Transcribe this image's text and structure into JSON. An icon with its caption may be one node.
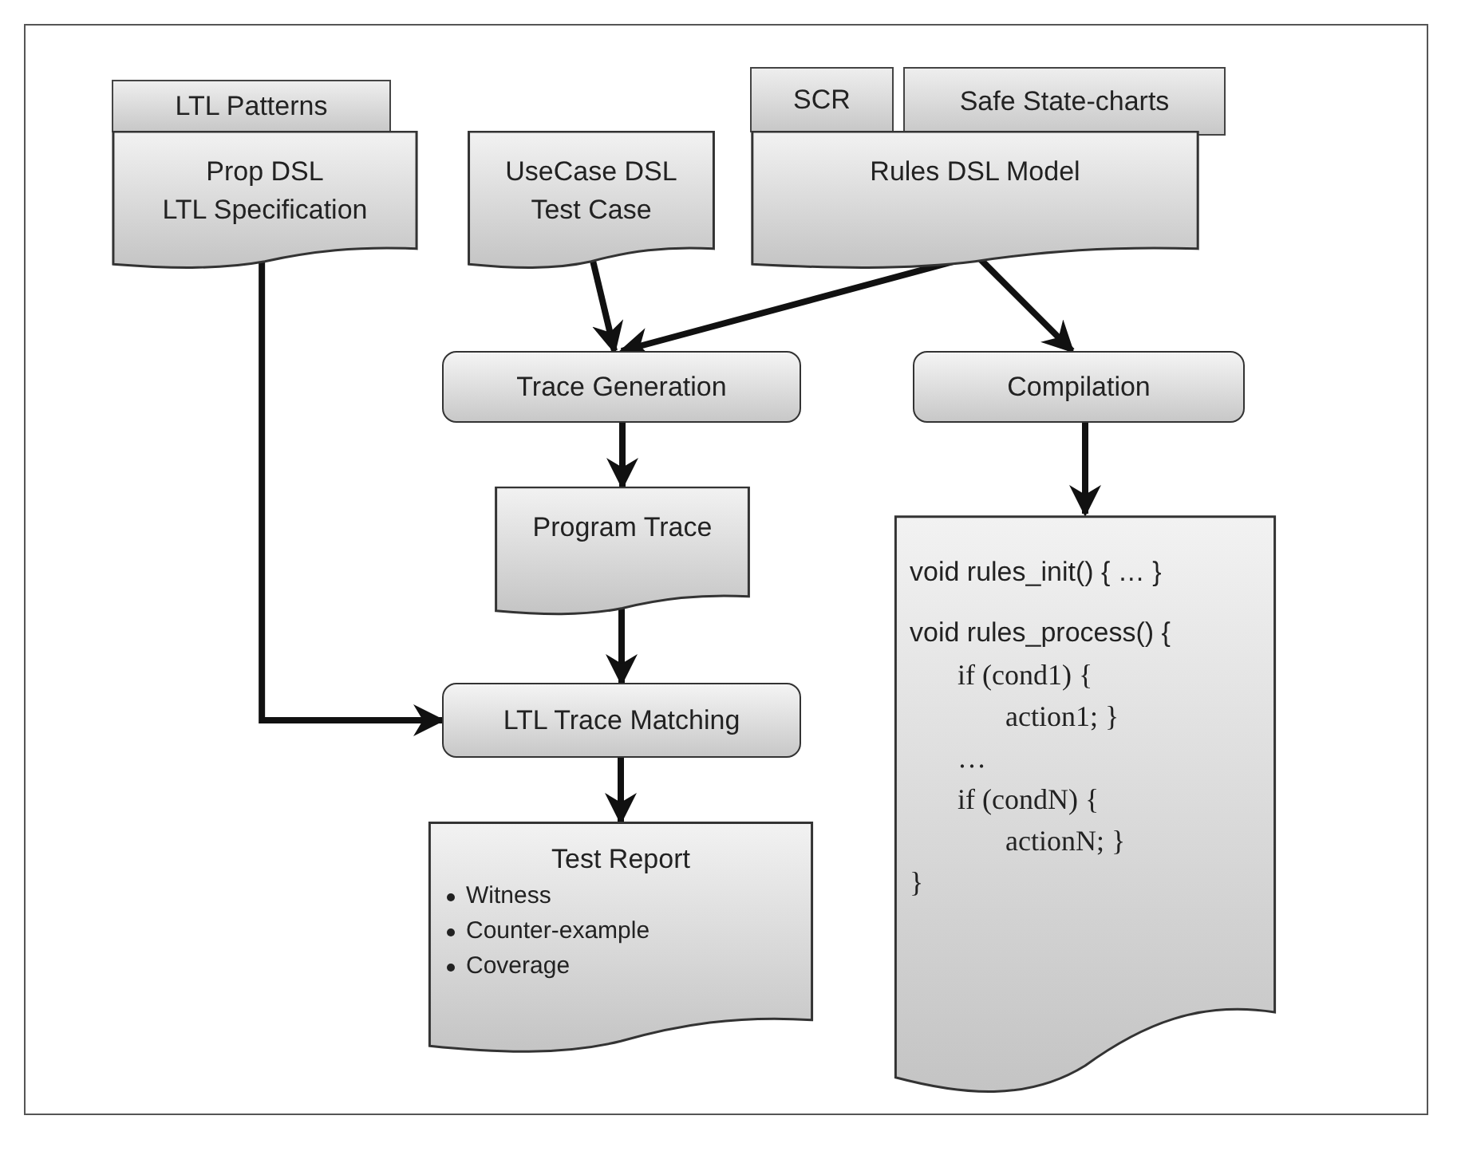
{
  "diagram": {
    "nodes": [
      {
        "text": [
          "LTL Patterns"
        ]
      },
      {
        "text": [
          "Prop DSL",
          "LTL Specification"
        ]
      },
      {
        "text": [
          "UseCase DSL",
          "Test Case"
        ]
      },
      {
        "text": [
          "SCR"
        ]
      },
      {
        "text": [
          "Safe State-charts"
        ]
      },
      {
        "text": [
          "Rules DSL Model"
        ]
      },
      {
        "text": [
          "Trace Generation"
        ]
      },
      {
        "text": [
          "Compilation"
        ]
      },
      {
        "text": [
          "Program Trace"
        ]
      },
      {
        "text": [
          "LTL Trace Matching"
        ]
      },
      {
        "text": [
          "Test Report",
          "Witness",
          "Counter-example",
          "Coverage"
        ]
      },
      {
        "text": [
          "void rules_init() { … }",
          "void rules_process() {",
          "if (cond1) {",
          "action1; }",
          "…",
          "if (condN) {",
          "actionN; }",
          "}"
        ]
      }
    ],
    "edges": [
      {
        "from": 1,
        "to": 9,
        "arrow": "to"
      },
      {
        "from": 2,
        "to": 6,
        "arrow": "to"
      },
      {
        "from": 5,
        "to": 6,
        "arrow": "to"
      },
      {
        "from": 5,
        "to": 7,
        "arrow": "to"
      },
      {
        "from": 6,
        "to": 8,
        "arrow": "to"
      },
      {
        "from": 8,
        "to": 9,
        "arrow": "to"
      },
      {
        "from": 9,
        "to": 10,
        "arrow": "to"
      },
      {
        "from": 7,
        "to": 11,
        "arrow": "to"
      }
    ]
  }
}
